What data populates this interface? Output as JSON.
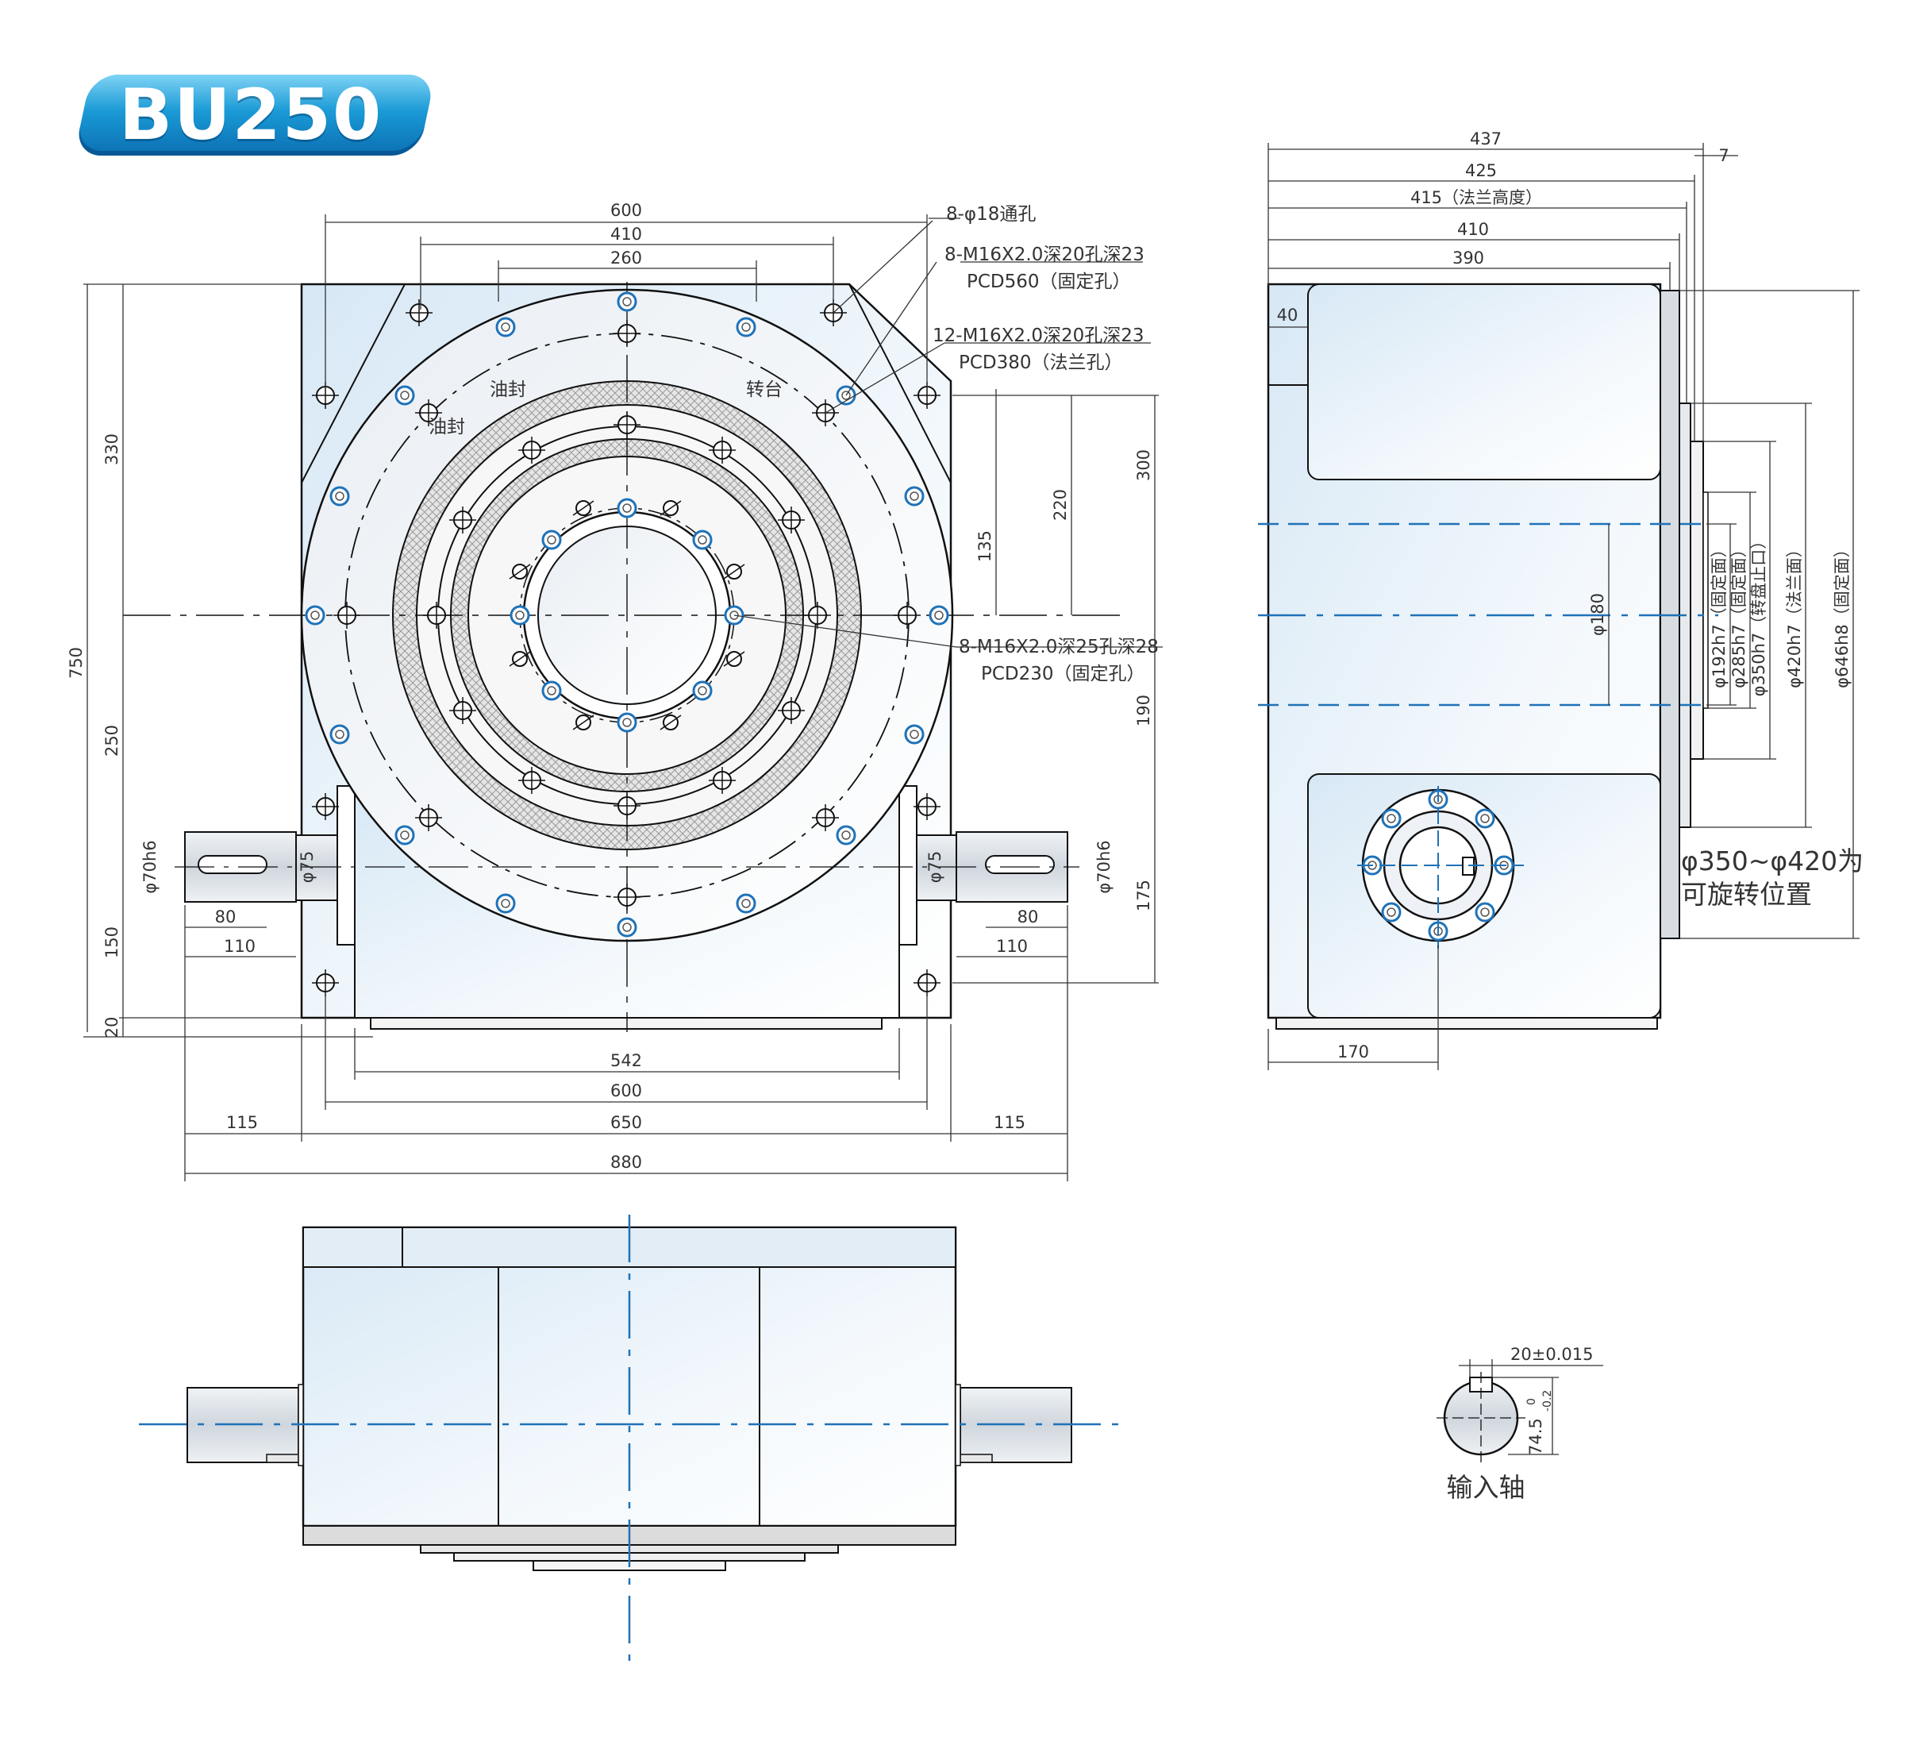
{
  "model": "BU250",
  "front": {
    "top_dims": [
      "600",
      "410",
      "260"
    ],
    "left_dims": [
      "750",
      "330",
      "250",
      "150",
      "20"
    ],
    "right_dims": [
      "300",
      "220",
      "135",
      "190",
      "175"
    ],
    "bottom_dims": [
      "542",
      "600",
      "115",
      "650",
      "115",
      "880"
    ],
    "shaft_left": [
      "φ70h6",
      "φ75",
      "80",
      "110"
    ],
    "shaft_right": [
      "φ75",
      "φ70h6",
      "80",
      "110"
    ],
    "labels": {
      "seal_top": "油封",
      "seal_left": "油封",
      "table": "转台"
    },
    "callouts": [
      "8-φ18通孔",
      "8-M16X2.0深20孔深23",
      "PCD560（固定孔）",
      "12-M16X2.0深20孔深23",
      "PCD380（法兰孔）",
      "8-M16X2.0深25孔深28",
      "PCD230（固定孔）"
    ]
  },
  "side": {
    "top_dims": [
      "437",
      "425",
      "415（法兰高度）",
      "410",
      "390",
      "7"
    ],
    "left_dim": "40",
    "bottom_dim": "170",
    "inner_dim": "φ180",
    "right_diameters": [
      "φ192h7（固定面）",
      "φ285h7（固定面）",
      "φ350h7（转盘止口）",
      "φ420h7（法兰面）",
      "φ646h8（固定面）"
    ],
    "rotation_note_1": "φ350~φ420为",
    "rotation_note_2": "可旋转位置"
  },
  "shaft_detail": {
    "key_width": "20±0.015",
    "height": "74.5",
    "height_tol_upper": "0",
    "height_tol_lower": "-0.2",
    "caption": "输入轴"
  }
}
